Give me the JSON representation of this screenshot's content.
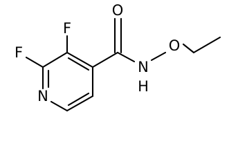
{
  "molecule": {
    "atoms": {
      "f_upper": "F",
      "f_left": "F",
      "n_ring": "N",
      "o_carbonyl": "O",
      "n_amide": "N",
      "h_amide": "H",
      "o_ether": "O"
    }
  },
  "colors": {
    "bond": "#000000",
    "label": "#000000",
    "background": "#ffffff"
  }
}
